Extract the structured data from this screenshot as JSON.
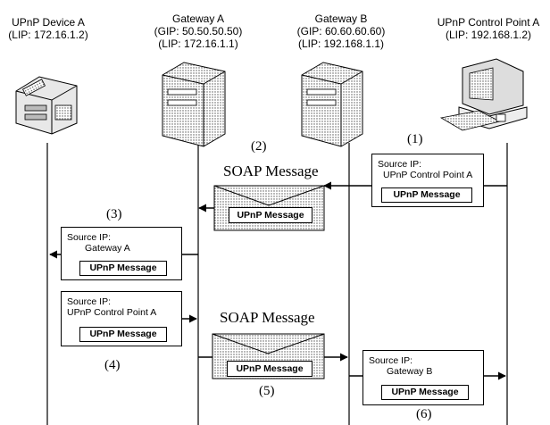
{
  "entities": {
    "device_a": {
      "name": "UPnP Device A",
      "lip": "(LIP: 172.16.1.2)"
    },
    "gateway_a": {
      "name": "Gateway A",
      "gip": "(GIP: 50.50.50.50)",
      "lip": "(LIP: 172.16.1.1)"
    },
    "gateway_b": {
      "name": "Gateway B",
      "gip": "(GIP: 60.60.60.60)",
      "lip": "(LIP: 192.168.1.1)"
    },
    "control_point_a": {
      "name": "UPnP Control Point A",
      "lip": "(LIP: 192.168.1.2)"
    }
  },
  "steps": [
    "(1)",
    "(2)",
    "(3)",
    "(4)",
    "(5)",
    "(6)"
  ],
  "soap_title": "SOAP Message",
  "upnp_message": "UPnP Message",
  "source_ip_label": "Source IP:",
  "box1_source": "UPnP Control Point A",
  "box3_source": "Gateway A",
  "box4_source": "UPnP Control Point A",
  "box6_source": "Gateway B"
}
